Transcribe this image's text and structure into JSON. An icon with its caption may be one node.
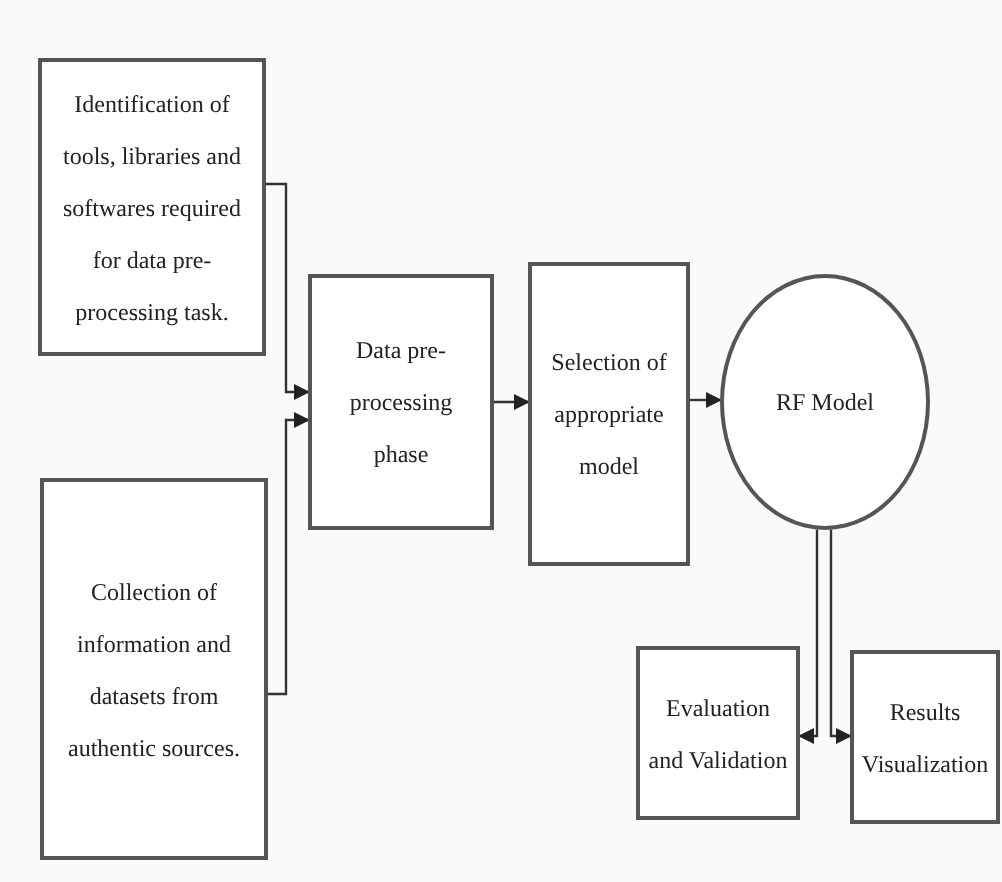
{
  "diagram": {
    "nodes": [
      {
        "text": [
          "Identification of tools, libraries and softwares required for data pre-processing task."
        ]
      },
      {
        "text": [
          "Collection of information and datasets from authentic sources."
        ]
      },
      {
        "text": [
          "Data pre-processing phase"
        ]
      },
      {
        "text": [
          "Selection of appropriate model"
        ]
      },
      {
        "text": [
          "RF Model"
        ]
      },
      {
        "text": [
          "Evaluation and Validation"
        ]
      },
      {
        "text": [
          "Results Visualization"
        ]
      }
    ],
    "edges": [
      {
        "from": 0,
        "to": 2,
        "arrow": "to"
      },
      {
        "from": 1,
        "to": 2,
        "arrow": "to"
      },
      {
        "from": 2,
        "to": 3,
        "arrow": "to"
      },
      {
        "from": 3,
        "to": 4,
        "arrow": "to"
      },
      {
        "from": 4,
        "to": 5,
        "arrow": "to"
      },
      {
        "from": 4,
        "to": 6,
        "arrow": "to"
      }
    ]
  }
}
